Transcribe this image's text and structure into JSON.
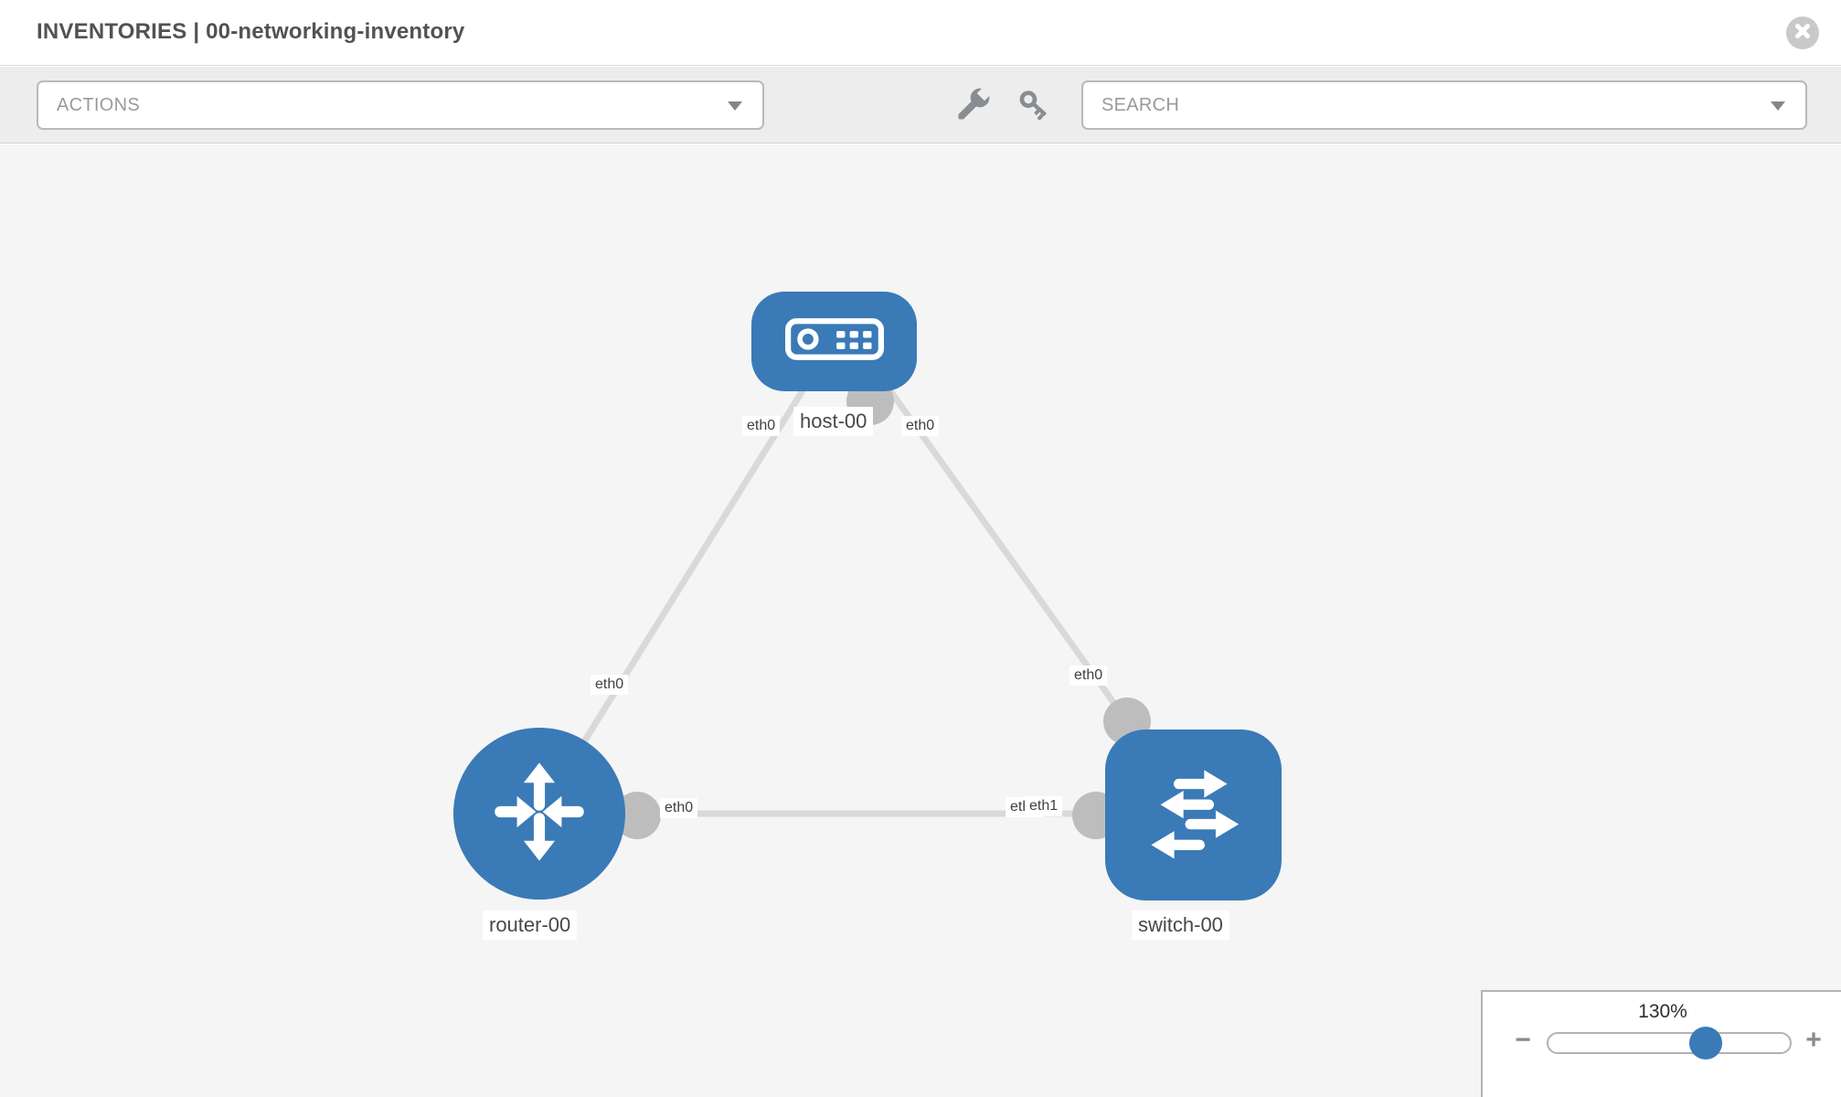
{
  "header": {
    "title": "INVENTORIES | 00-networking-inventory"
  },
  "toolbar": {
    "actions_label": "ACTIONS",
    "search_placeholder": "SEARCH",
    "tool_icons": [
      "wrench-icon",
      "key-icon"
    ]
  },
  "topology": {
    "nodes": {
      "host": {
        "label": "host-00",
        "type": "host",
        "icon": "server-icon"
      },
      "router": {
        "label": "router-00",
        "type": "router",
        "icon": "router-arrows-icon"
      },
      "switch": {
        "label": "switch-00",
        "type": "switch",
        "icon": "switch-arrows-icon"
      }
    },
    "interfaces": {
      "host_to_router": "eth0",
      "host_to_switch": "eth0",
      "router_uplink": "eth0",
      "switch_uplink": "eth0",
      "router_to_switch": "eth0",
      "switch_hidden_if": "eth0",
      "switch_to_router": "eth1"
    },
    "links": [
      {
        "source": "host-00",
        "target": "router-00",
        "source_interface": "eth0",
        "target_interface": "eth0"
      },
      {
        "source": "host-00",
        "target": "switch-00",
        "source_interface": "eth0",
        "target_interface": "eth0"
      },
      {
        "source": "router-00",
        "target": "switch-00",
        "source_interface": "eth0",
        "target_interface": "eth1"
      }
    ]
  },
  "zoom_control": {
    "level": "130%",
    "minus_label": "−",
    "plus_label": "+"
  },
  "colors": {
    "node_blue": "#3a7ab7",
    "link_gray": "#d9d9d9",
    "interface_gray": "#bdbdbd",
    "canvas_bg": "#f5f5f5",
    "toolbar_bg": "#ededed"
  }
}
